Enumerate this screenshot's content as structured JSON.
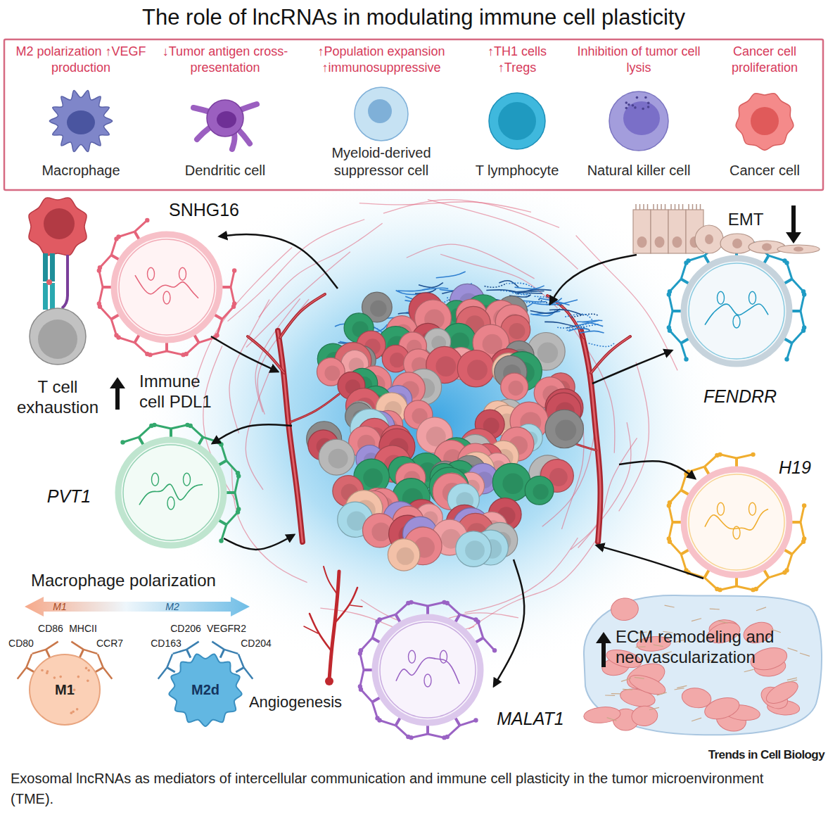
{
  "diagram": {
    "title": "The role of lncRNAs in modulating immune cell plasticity",
    "caption": "Exosomal lncRNAs as mediators of intercellular communication and immune cell plasticity in the tumor microenvironment (TME).",
    "nodes": [
      {
        "text": [
          "M2 polarization ↑VEGF production",
          "Macrophage"
        ]
      },
      {
        "text": [
          "↓Tumor antigen cross-presentation",
          "Dendritic cell"
        ]
      },
      {
        "text": [
          "↑Population expansion ↑immunosuppressive",
          "Myeloid-derived suppressor cell"
        ]
      },
      {
        "text": [
          "↑TH1 cells ↑Tregs",
          "T lymphocyte"
        ]
      },
      {
        "text": [
          "Inhibition of tumor cell lysis",
          "Natural killer cell"
        ]
      },
      {
        "text": [
          "Cancer cell proliferation",
          "Cancer cell"
        ]
      },
      {
        "text": [
          "SNHG16"
        ]
      },
      {
        "text": [
          "FENDRR"
        ]
      },
      {
        "text": [
          "PVT1"
        ]
      },
      {
        "text": [
          "H19"
        ]
      },
      {
        "text": [
          "MALAT1"
        ]
      },
      {
        "text": [
          "M1"
        ]
      },
      {
        "text": [
          "M2d"
        ]
      }
    ],
    "labels": [
      "EMT",
      "T cell exhaustion",
      "Immune cell PDL1",
      "Macrophage polarization",
      "M1",
      "M2",
      "CD80",
      "CD86",
      "MHCII",
      "CCR7",
      "CD163",
      "CD206",
      "VEGFR2",
      "CD204",
      "Angiogenesis",
      "ECM remodeling and neovascularization",
      "Trends in Cell Biology"
    ]
  }
}
